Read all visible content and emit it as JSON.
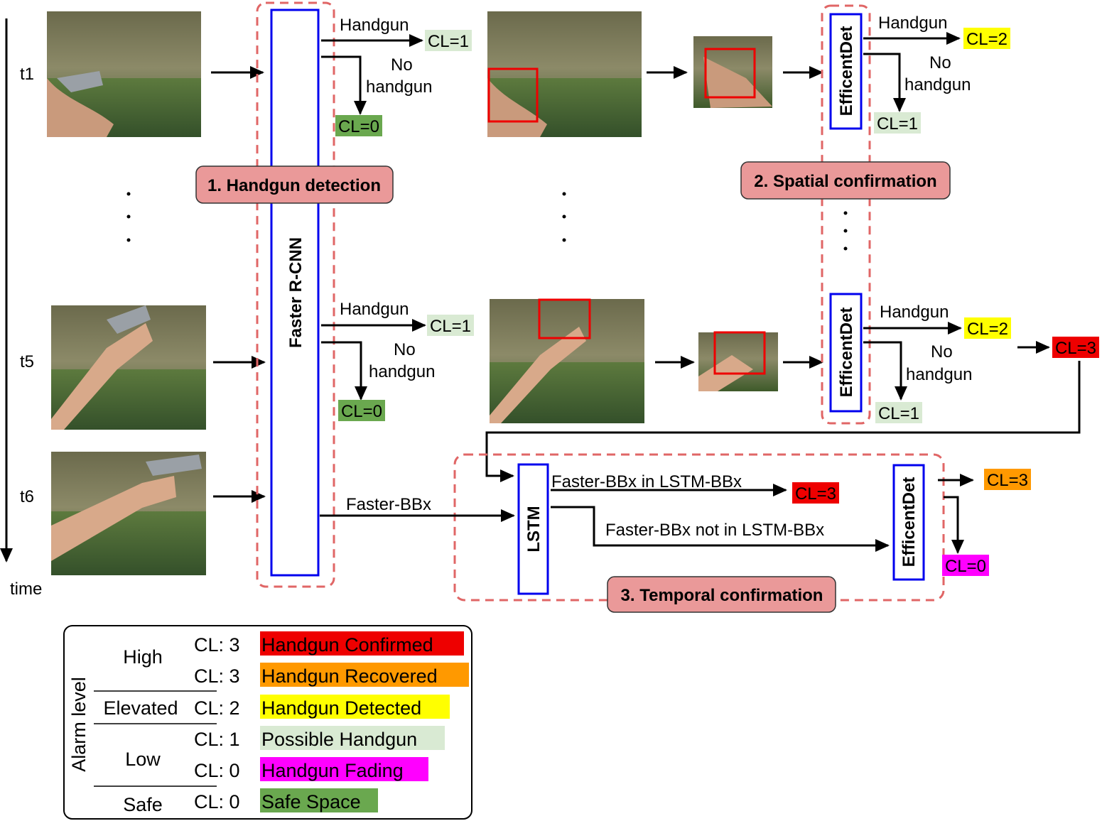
{
  "time_axis": {
    "label": "time",
    "steps": [
      "t1",
      "t5",
      "t6"
    ]
  },
  "stages": {
    "detection": {
      "title": "1. Handgun detection",
      "model": "Faster R-CNN"
    },
    "spatial": {
      "title": "2. Spatial confirmation",
      "model": "EfficentDet"
    },
    "temporal": {
      "title": "3. Temporal confirmation",
      "model": "EfficentDet",
      "tracker": "LSTM"
    }
  },
  "flow_labels": {
    "handgun": "Handgun",
    "no": "No",
    "handgun_lower": "handgun",
    "faster_bbx": "Faster-BBx",
    "in_lstm": "Faster-BBx in LSTM-BBx",
    "not_in_lstm": "Faster-BBx not in LSTM-BBx"
  },
  "cl_values": {
    "cl0": "CL=0",
    "cl1": "CL=1",
    "cl2": "CL=2",
    "cl3": "CL=3"
  },
  "colors": {
    "confirmed": "#ee0000",
    "recovered": "#ff9900",
    "detected": "#ffff00",
    "possible": "#d9ead3",
    "fading": "#ff00ff",
    "safe": "#6aa84f",
    "stage_fill": "#ea9999",
    "stage_border": "#e06666",
    "model_border": "#0000ee",
    "bbox": "#ee0000"
  },
  "legend": {
    "axis_title": "Alarm level",
    "levels": [
      "High",
      "Elevated",
      "Low",
      "Safe"
    ],
    "rows": [
      {
        "cl": "CL: 3",
        "label": "Handgun Confirmed"
      },
      {
        "cl": "CL: 3",
        "label": "Handgun Recovered"
      },
      {
        "cl": "CL: 2",
        "label": "Handgun Detected"
      },
      {
        "cl": "CL: 1",
        "label": "Possible Handgun"
      },
      {
        "cl": "CL: 0",
        "label": "Handgun Fading"
      },
      {
        "cl": "CL: 0",
        "label": "Safe Space"
      }
    ]
  }
}
